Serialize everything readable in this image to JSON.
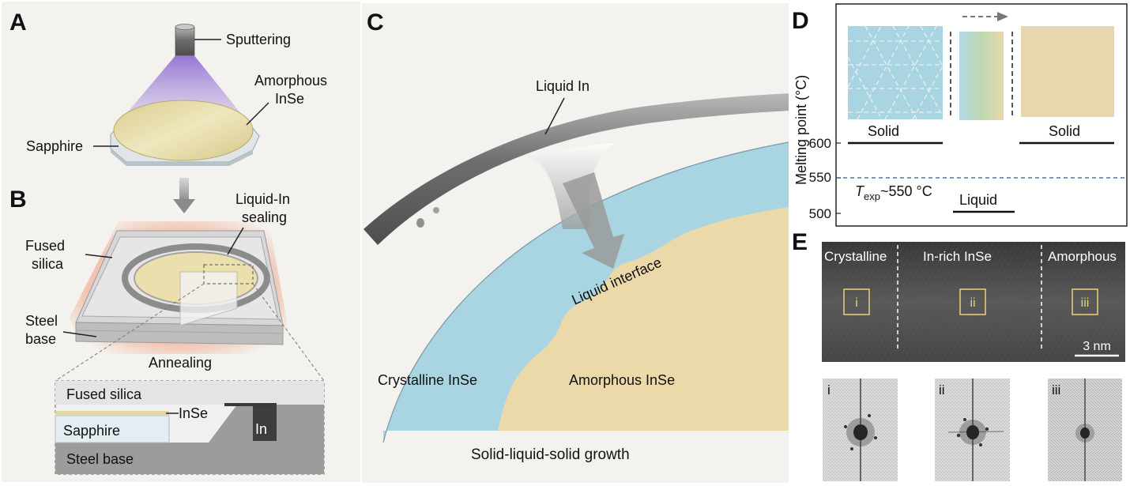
{
  "panels": {
    "a": {
      "letter": "A",
      "sputtering": "Sputtering",
      "amorphous_line1": "Amorphous",
      "amorphous_line2": "InSe",
      "sapphire": "Sapphire"
    },
    "b": {
      "letter": "B",
      "liquid_in_line1": "Liquid-In",
      "liquid_in_line2": "sealing",
      "fused_line1": "Fused",
      "fused_line2": "silica",
      "steel_line1": "Steel",
      "steel_line2": "base",
      "annealing": "Annealing",
      "inset": {
        "fused_silica": "Fused silica",
        "inse": "InSe",
        "sapphire": "Sapphire",
        "in": "In",
        "steel_base": "Steel base"
      }
    },
    "c": {
      "letter": "C",
      "liquid_in": "Liquid In",
      "liquid_interface": "Liquid interface",
      "crystalline": "Crystalline InSe",
      "amorphous": "Amorphous InSe",
      "caption": "Solid-liquid-solid growth"
    },
    "d": {
      "letter": "D",
      "ylabel": "Melting point (°C)",
      "yticks": [
        "600",
        "550",
        "500"
      ],
      "solid_left": "Solid",
      "solid_right": "Solid",
      "liquid": "Liquid",
      "texp_symbol": "T",
      "texp_sub": "exp",
      "texp_value": "~550 °C"
    },
    "e": {
      "letter": "E",
      "region_crystalline": "Crystalline",
      "region_inrich": "In-rich InSe",
      "region_amorphous": "Amorphous",
      "box_i": "i",
      "box_ii": "ii",
      "box_iii": "iii",
      "scale": "3 nm",
      "fft_i": "i",
      "fft_ii": "ii",
      "fft_iii": "iii"
    }
  },
  "colors": {
    "background": "#f3f2ee",
    "crystalline_blue": "#a9d4e2",
    "amorphous_tan": "#ecd9aa",
    "tube_gray": "#8d8d8d",
    "plume_purple": "#a58ad6",
    "anneal_glow": "#f2b59e",
    "dashed_blue": "#2f5a8a",
    "stem_dark": "#3c3c3c",
    "box_yellow": "#e8d27a"
  }
}
